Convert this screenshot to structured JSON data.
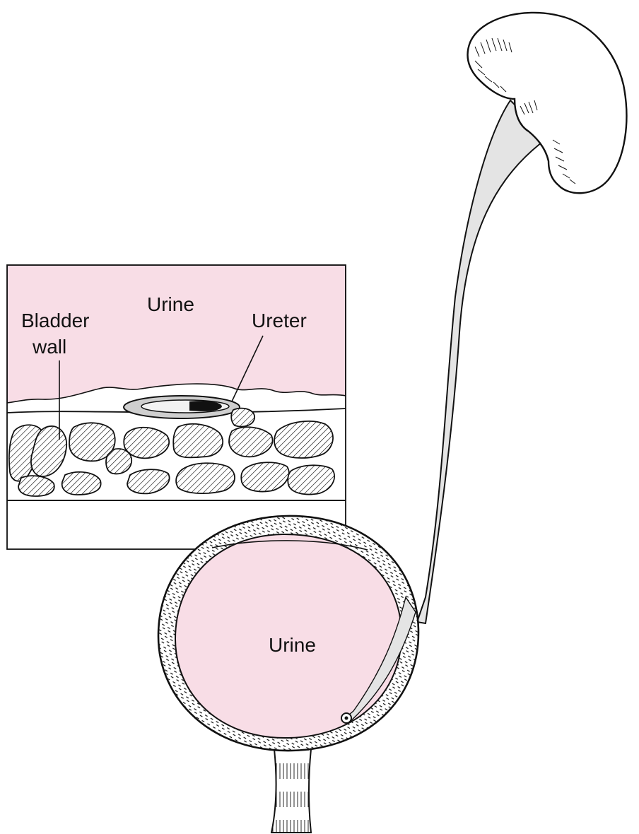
{
  "colors": {
    "urine": "#f8dde6",
    "ureter_fill": "#e4e4e4",
    "outline": "#111111",
    "background": "#ffffff"
  },
  "inset": {
    "label_urine": "Urine",
    "label_bladder_wall_line1": "Bladder",
    "label_bladder_wall_line2": "wall",
    "label_ureter": "Ureter"
  },
  "bladder": {
    "label_urine": "Urine"
  }
}
